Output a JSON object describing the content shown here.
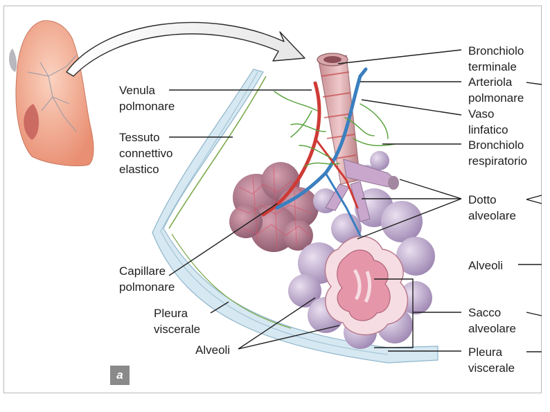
{
  "labels": {
    "bronchiolo_terminale": [
      "Bronchiolo",
      "terminale"
    ],
    "arteriola_polmonare": [
      "Arteriola",
      "polmonare"
    ],
    "vaso_linfatico": [
      "Vaso",
      "linfatico"
    ],
    "bronchiolo_respiratorio": [
      "Bronchiolo",
      "respiratorio"
    ],
    "dotto_alveolare": [
      "Dotto",
      "alveolare"
    ],
    "alveoli_right": [
      "Alveoli"
    ],
    "sacco_alveolare": [
      "Sacco",
      "alveolare"
    ],
    "pleura_viscerale_right": [
      "Pleura",
      "viscerale"
    ],
    "venula_polmonare": [
      "Venula",
      "polmonare"
    ],
    "tessuto_connettivo_elastico": [
      "Tessuto",
      "connettivo",
      "elastico"
    ],
    "capillare_polmonare": [
      "Capillare",
      "polmonare"
    ],
    "pleura_viscerale_left": [
      "Pleura",
      "viscerale"
    ],
    "alveoli_bottom": [
      "Alveoli"
    ]
  },
  "panel_letter": "a",
  "colors": {
    "lung": "#f2a98b",
    "bronchiole": "#d9a0a4",
    "artery": "#d63b34",
    "vein": "#3a7fbf",
    "lymph": "#62a84a",
    "alveolus": "#c9b4d6",
    "sac_interior": "#e9a1b0",
    "pleura": "#cfe3ee",
    "leader": "#1e1e1e"
  }
}
